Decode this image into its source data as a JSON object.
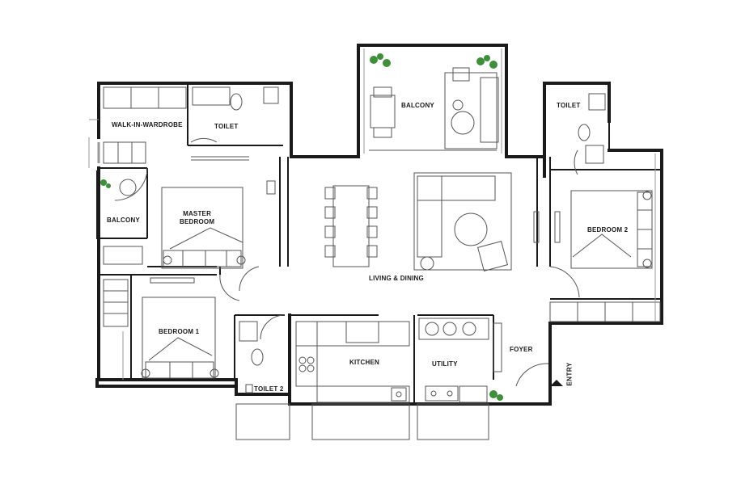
{
  "rooms": {
    "walk_in_wardrobe": "WALK-IN-WARDROBE",
    "toilet_master": "TOILET",
    "balcony_top": "BALCONY",
    "toilet_right": "TOILET",
    "balcony_left": "BALCONY",
    "master_bedroom_line1": "MASTER",
    "master_bedroom_line2": "BEDROOM",
    "bedroom_2": "BEDROOM 2",
    "living_dining": "LIVING & DINING",
    "bedroom_1": "BEDROOM 1",
    "kitchen": "KITCHEN",
    "utility": "UTILITY",
    "foyer": "FOYER",
    "toilet_2": "TOILET 2",
    "entry": "ENTRY"
  },
  "colors": {
    "wall": "#1a1a1a",
    "line": "#555555",
    "plant": "#3f8f3a",
    "glass": "#999999"
  }
}
